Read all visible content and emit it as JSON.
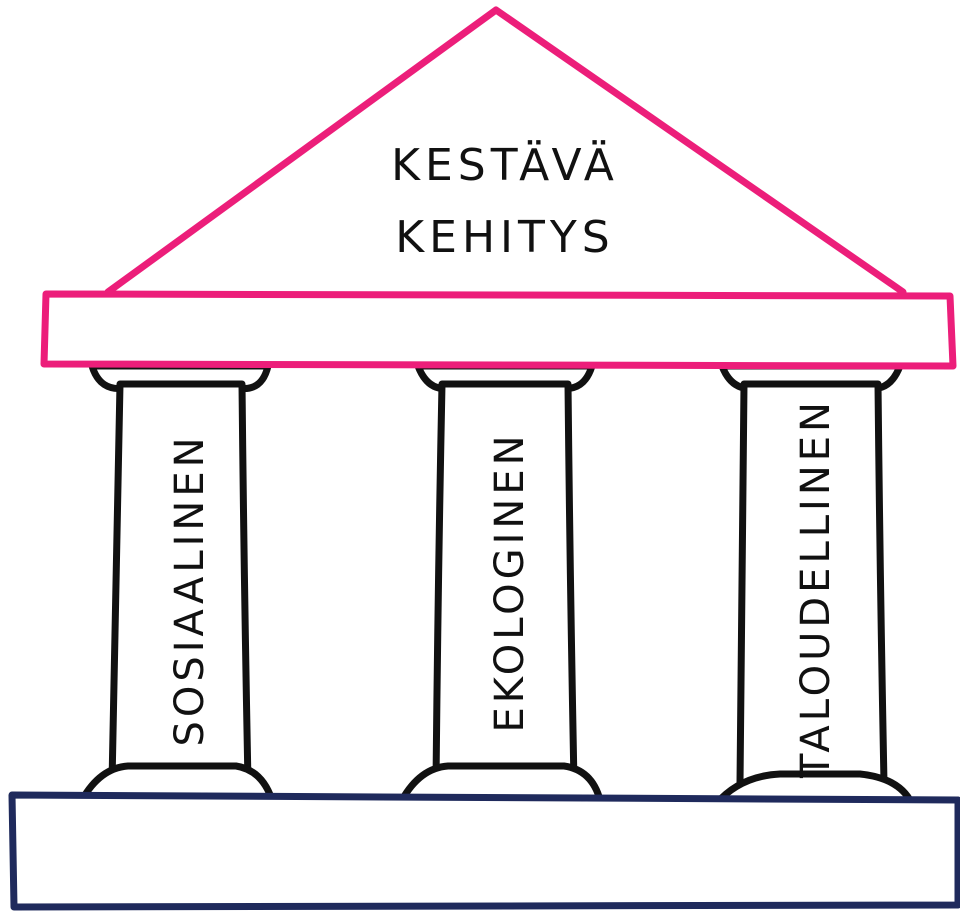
{
  "title": {
    "line1": "KESTÄVÄ",
    "line2": "KEHITYS"
  },
  "pillars": [
    {
      "label": "SOSIAALINEN"
    },
    {
      "label": "EKOLOGINEN"
    },
    {
      "label": "TALOUDELLINEN"
    }
  ],
  "colors": {
    "roof": "#ec1e7a",
    "base": "#1f2a5c",
    "outline": "#111111"
  }
}
